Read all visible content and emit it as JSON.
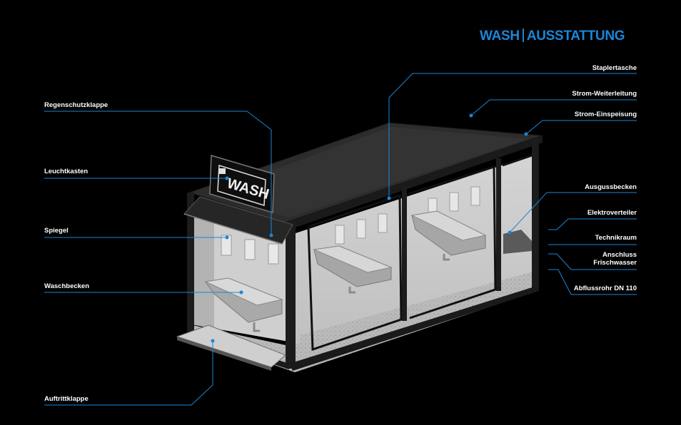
{
  "title": {
    "part1": "WASH",
    "part2": "AUSSTATTUNG",
    "color": "#1a86d8"
  },
  "sign_text": "WASH",
  "labels_left": {
    "regenschutzklappe": "Regenschutzklappe",
    "leuchtkasten": "Leuchtkasten",
    "spiegel": "Spiegel",
    "waschbecken": "Waschbecken",
    "auftrittklappe": "Auftrittklappe"
  },
  "labels_right": {
    "staplertasche": "Staplertasche",
    "strom_weiterleitung": "Strom-Weiterleitung",
    "strom_einspeisung": "Strom-Einspeisung",
    "ausgussbecken": "Ausgussbecken",
    "elektroverteiler": "Elektroverteiler",
    "technikraum": "Technikraum",
    "anschluss_line1": "Anschluss",
    "anschluss_line2": "Frischwasser",
    "abflussrohr": "Abflussrohr DN 110"
  },
  "colors": {
    "leader_line": "#1a86d8",
    "background": "#000000",
    "label_text": "#ffffff"
  }
}
